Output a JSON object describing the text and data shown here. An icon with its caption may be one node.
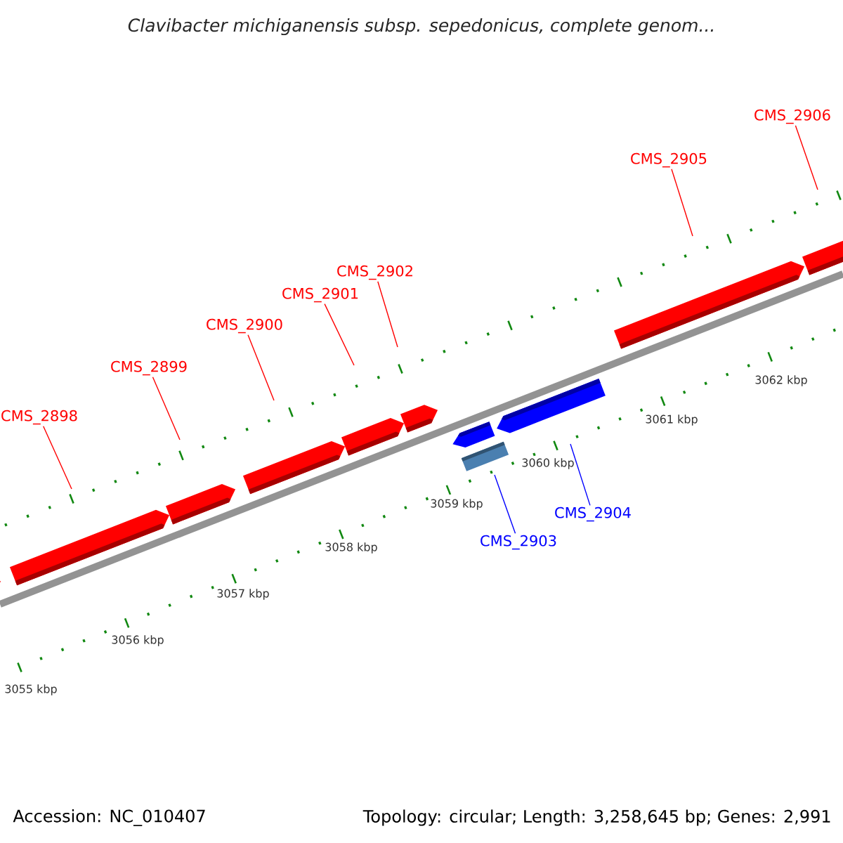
{
  "diagram": {
    "title": "Clavibacter michiganensis subsp. sepedonicus, complete genom...",
    "nodes": [
      {
        "text": [
          "CMS_2898"
        ]
      },
      {
        "text": [
          "CMS_2899"
        ]
      },
      {
        "text": [
          "CMS_2900"
        ]
      },
      {
        "text": [
          "CMS_2901"
        ]
      },
      {
        "text": [
          "CMS_2902"
        ]
      },
      {
        "text": [
          "CMS_2903"
        ]
      },
      {
        "text": [
          "CMS_2904"
        ]
      },
      {
        "text": [
          "CMS_2905"
        ]
      },
      {
        "text": [
          "CMS_2906"
        ]
      }
    ],
    "edges": [
      {
        "from": 0,
        "to": null,
        "arrow": "none"
      },
      {
        "from": 1,
        "to": null,
        "arrow": "none"
      },
      {
        "from": 2,
        "to": null,
        "arrow": "none"
      },
      {
        "from": 3,
        "to": null,
        "arrow": "none"
      },
      {
        "from": 4,
        "to": null,
        "arrow": "none"
      },
      {
        "from": 5,
        "to": null,
        "arrow": "none",
        "color": "#0000ff"
      },
      {
        "from": 6,
        "to": null,
        "arrow": "none",
        "color": "#0000ff"
      },
      {
        "from": 7,
        "to": null,
        "arrow": "none"
      },
      {
        "from": 8,
        "to": null,
        "arrow": "none"
      }
    ],
    "labels": [
      "3055 kbp",
      "3056 kbp",
      "3057 kbp",
      "3058 kbp",
      "3059 kbp",
      "3060 kbp",
      "3061 kbp",
      "3062 kbp",
      "Accession: NC_010407",
      "Topology: circular; Length: 3,258,645 bp; Genes: 2,991"
    ]
  }
}
